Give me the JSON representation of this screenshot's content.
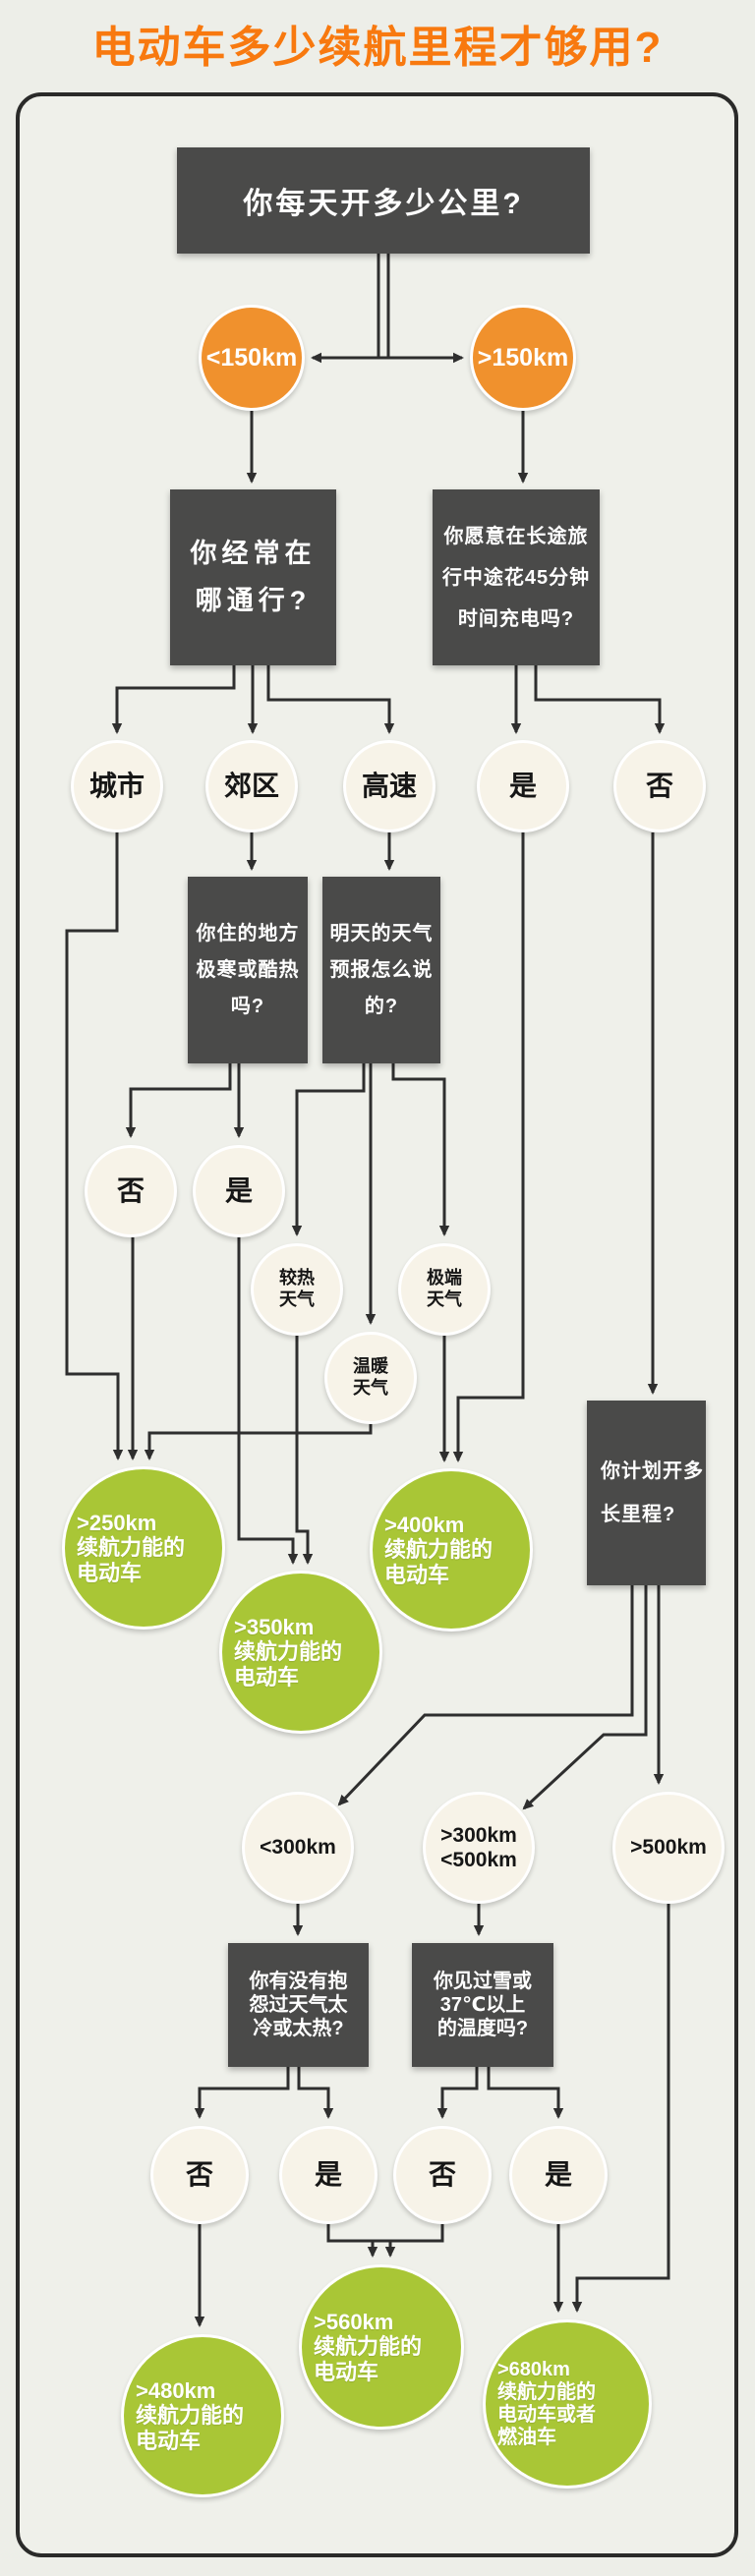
{
  "title": "电动车多少续航里程才够用?",
  "colors": {
    "title_orange": "#f8790f",
    "option_orange": "#f0912d",
    "result_green": "#a9c636",
    "neutral_cream": "#f7f3e8",
    "question_box_dark": "#4a4a49",
    "line_dark": "#2e2e2e",
    "background": "#edeee8"
  },
  "nodes": {
    "q_daily": {
      "label": "你每天开多少公里?"
    },
    "lt150": {
      "label": "<150km"
    },
    "gt150": {
      "label": ">150km"
    },
    "q_where": {
      "label": "你经常在\n哪通行?"
    },
    "q_charge45": {
      "label": "你愿意在长途旅\n行中途花45分钟\n时间充电吗?"
    },
    "city": {
      "label": "城市"
    },
    "suburb": {
      "label": "郊区"
    },
    "highway": {
      "label": "高速"
    },
    "yes_charge": {
      "label": "是"
    },
    "no_charge": {
      "label": "否"
    },
    "q_climate": {
      "label": "你住的地方\n极寒或酷热\n吗?"
    },
    "q_forecast": {
      "label": "明天的天气\n预报怎么说\n的?"
    },
    "no_climate": {
      "label": "否"
    },
    "yes_climate": {
      "label": "是"
    },
    "hot_weather": {
      "label": "较热\n天气"
    },
    "warm_weather": {
      "label": "温暖\n天气"
    },
    "extreme_weather": {
      "label": "极端\n天气"
    },
    "ev250": {
      "label": ">250km\n续航力能的\n电动车"
    },
    "ev350": {
      "label": ">350km\n续航力能的\n电动车"
    },
    "ev400": {
      "label": ">400km\n续航力能的\n电动车"
    },
    "q_distance": {
      "label": "你计划开多\n长里程?"
    },
    "lt300": {
      "label": "<300km"
    },
    "mid300_500": {
      "label": ">300km\n<500km"
    },
    "gt500": {
      "label": ">500km"
    },
    "q_complain": {
      "label": "你有没有抱\n怨过天气太\n冷或太热?"
    },
    "q_snow37": {
      "label": "你见过雪或\n37℃以上\n的温度吗?"
    },
    "no_complain": {
      "label": "否"
    },
    "yes_complain": {
      "label": "是"
    },
    "no_snow": {
      "label": "否"
    },
    "yes_snow": {
      "label": "是"
    },
    "ev480": {
      "label": ">480km\n续航力能的\n电动车"
    },
    "ev560": {
      "label": ">560km\n续航力能的\n电动车"
    },
    "ev680": {
      "label": ">680km\n续航力能的\n电动车或者\n燃油车"
    }
  }
}
